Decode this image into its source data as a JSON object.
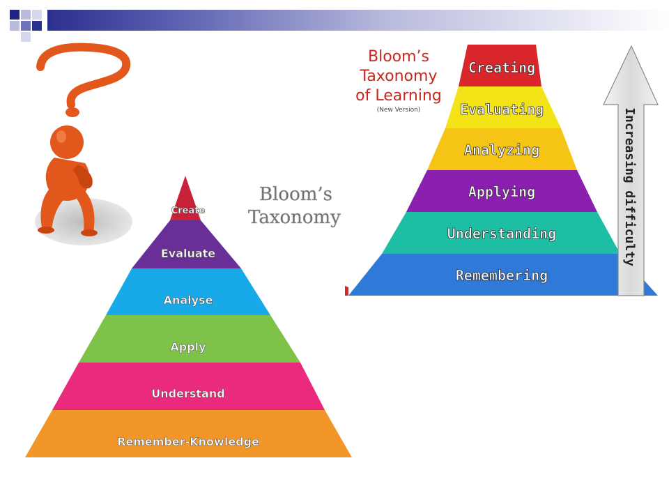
{
  "colors": {
    "deco_dark": "#1f2383",
    "deco_mid": "#6f73bd",
    "deco_light": "#b9bbdd",
    "left_levels": [
      "#c8213a",
      "#6a2f97",
      "#18a9e8",
      "#7fc24a",
      "#ea2a7c",
      "#f3962a"
    ],
    "right_levels": [
      "#d8262a",
      "#f4e417",
      "#f6c414",
      "#8a1fb0",
      "#1ebea5",
      "#2f79d8"
    ],
    "right_title": "#c8271f",
    "left_title": "#707070",
    "figure": "#e2571b"
  },
  "left_diagram": {
    "title_line1": "Bloom’s",
    "title_line2": "Taxonomy",
    "levels": [
      "Create",
      "Evaluate",
      "Analyse",
      "Apply",
      "Understand",
      "Remember-Knowledge"
    ]
  },
  "right_diagram": {
    "title_line1": "Bloom’s",
    "title_line2": "Taxonomy",
    "title_line3": "of Learning",
    "subtitle": "(New Version)",
    "levels": [
      "Creating",
      "Evaluating",
      "Analyzing",
      "Applying",
      "Understanding",
      "Remembering"
    ],
    "arrow_label": "Increasing difficulty"
  },
  "icons": {
    "thinker": "thinking-person-icon",
    "question": "question-mark-icon"
  }
}
